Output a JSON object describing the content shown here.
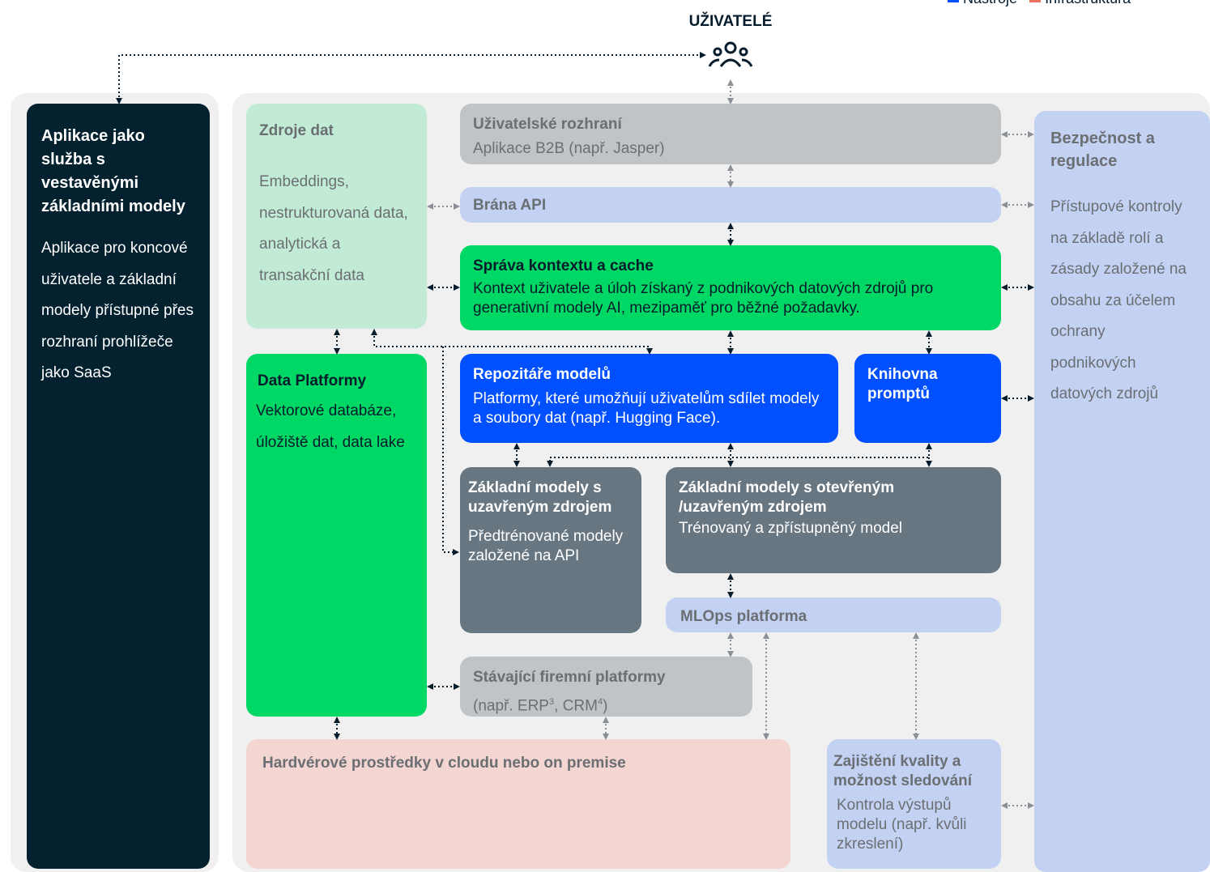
{
  "legend": {
    "tools": "Nástroje",
    "infra": "Infrastruktura",
    "tools_color": "#0050ff",
    "infra_color": "#f07060"
  },
  "users": {
    "label": "UŽIVATELÉ",
    "icon": "users-icon"
  },
  "saas": {
    "title": "Aplikace jako služba s vestavěnými základními modely",
    "desc": "Aplikace pro koncové uživatele a základní modely přístupné přes rozhraní prohlížeče jako SaaS"
  },
  "data_sources": {
    "title": "Zdroje dat",
    "desc": "Embeddings, nestrukturovaná data, analytická a transakční data"
  },
  "ui_layer": {
    "title": "Uživatelské rozhraní",
    "desc": "Aplikace B2B (např. Jasper)"
  },
  "api_gateway": {
    "title": "Brána API"
  },
  "context": {
    "title": "Správa kontextu a cache",
    "desc": "Kontext uživatele a úloh získaný z podnikových datových zdrojů pro generativní modely AI, mezipaměť pro běžné požadavky."
  },
  "security": {
    "title": "Bezpečnost a regulace",
    "desc": "Přístupové kontroly na základě rolí a zásady založené na obsahu za účelem ochrany podnikových datových zdrojů"
  },
  "data_platform": {
    "title": "Data Platformy",
    "desc": "Vektorové databáze, úložiště dat, data lake"
  },
  "model_repos": {
    "title": "Repozitáře modelů",
    "desc": "Platformy, které umožňují uživatelům sdílet modely a soubory dat (např. Hugging Face)."
  },
  "prompt_library": {
    "title": "Knihovna promptů"
  },
  "closed_models": {
    "title": "Základní modely s uzavřeným zdrojem",
    "desc": "Předtrénované modely založené na API"
  },
  "open_models": {
    "title": "Základní modely s otevřeným /uzavřeným zdrojem",
    "desc": "Trénovaný a zpřístupněný model"
  },
  "mlops": {
    "title": "MLOps platforma"
  },
  "existing_platforms": {
    "title": "Stávající firemní platformy",
    "desc_prefix": "(např. ERP",
    "sup1": "3",
    "desc_mid": ", CRM",
    "sup2": "4",
    "desc_suffix": ")"
  },
  "hardware": {
    "title": "Hardvérové prostředky v cloudu nebo on premise"
  },
  "quality": {
    "title": "Zajištění kvality a možnost sledování",
    "desc": "Kontrola výstupů modelu (např. kvůli zkreslení)"
  },
  "colors": {
    "navy": "#03212f",
    "green": "#00d865",
    "mint": "#c2ebd6",
    "blue": "#0050ff",
    "lightblue": "#c3d1f3",
    "slate": "#677680",
    "grey": "#c0c4c6",
    "salmon": "#f3d5d1"
  }
}
